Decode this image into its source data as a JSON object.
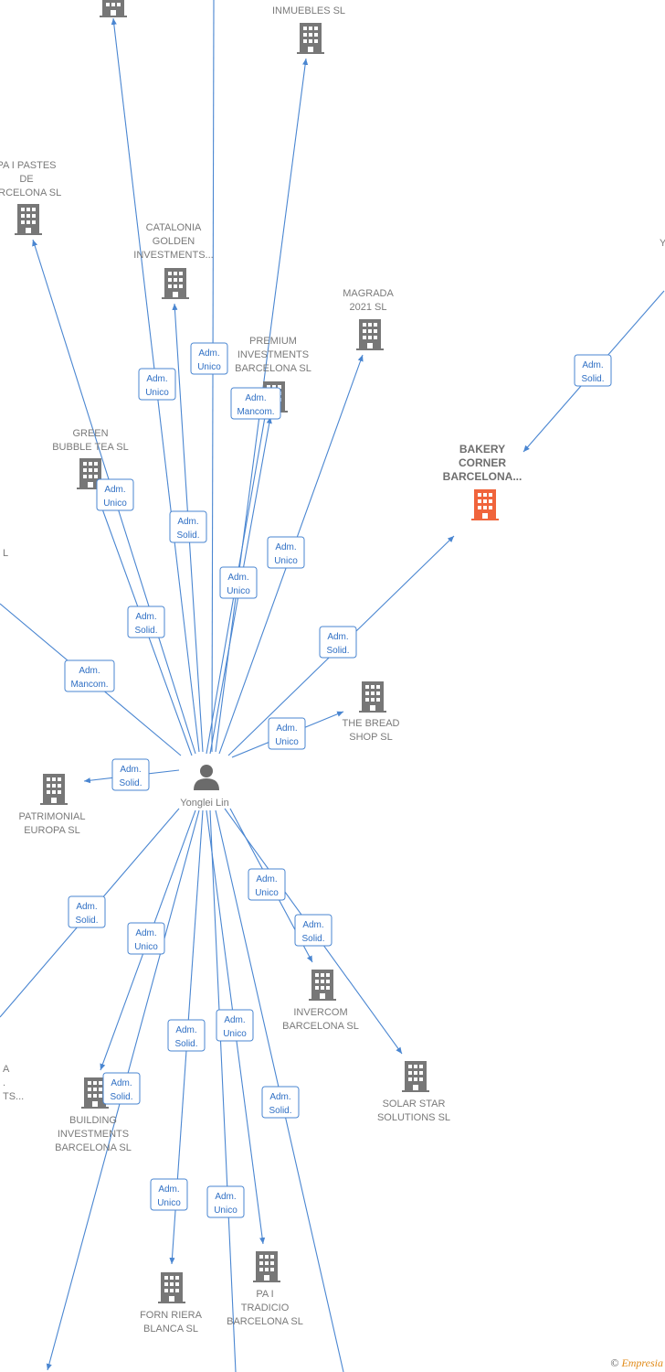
{
  "center": {
    "name": "Yonglei Lin"
  },
  "nodes": [
    {
      "id": "top_left",
      "lines": []
    },
    {
      "id": "inmuebles",
      "lines": [
        "INMUEBLES  SL"
      ]
    },
    {
      "id": "pa_pastes",
      "lines": [
        "PA I PASTES",
        "DE",
        "ARCELONA  SL"
      ]
    },
    {
      "id": "catalonia",
      "lines": [
        "CATALONIA",
        "GOLDEN",
        "INVESTMENTS..."
      ]
    },
    {
      "id": "magrada",
      "lines": [
        "MAGRADA",
        "2021  SL"
      ]
    },
    {
      "id": "premium",
      "lines": [
        "PREMIUM",
        "INVESTMENTS",
        "BARCELONA  SL"
      ]
    },
    {
      "id": "green",
      "lines": [
        "GREEN",
        "BUBBLE TEA  SL"
      ]
    },
    {
      "id": "bakery",
      "lines": [
        "BAKERY",
        "CORNER",
        "BARCELONA..."
      ],
      "focus": true
    },
    {
      "id": "bread",
      "lines": [
        "THE BREAD",
        "SHOP  SL"
      ]
    },
    {
      "id": "patrimonial",
      "lines": [
        "PATRIMONIAL",
        "EUROPA  SL"
      ]
    },
    {
      "id": "invercom",
      "lines": [
        "INVERCOM",
        "BARCELONA  SL"
      ]
    },
    {
      "id": "solar",
      "lines": [
        "SOLAR STAR",
        "SOLUTIONS  SL"
      ]
    },
    {
      "id": "building",
      "lines": [
        "BUILDING",
        "INVESTMENTS",
        "BARCELONA  SL"
      ]
    },
    {
      "id": "forn",
      "lines": [
        "FORN RIERA",
        "BLANCA  SL"
      ]
    },
    {
      "id": "pa_tradicio",
      "lines": [
        "PA I",
        "TRADICIO",
        "BARCELONA  SL"
      ]
    },
    {
      "id": "left_l",
      "lines": [
        "L"
      ]
    },
    {
      "id": "left_cut",
      "lines": [
        "A",
        ".",
        "TS..."
      ]
    },
    {
      "id": "right_yo",
      "lines": [
        "Yo"
      ]
    }
  ],
  "relations": [
    {
      "id": "r1",
      "lines": [
        "Adm.",
        "Unico"
      ]
    },
    {
      "id": "r2",
      "lines": [
        "Adm.",
        "Unico"
      ]
    },
    {
      "id": "r3",
      "lines": [
        "Adm.",
        "Mancom."
      ]
    },
    {
      "id": "r4",
      "lines": [
        "Adm.",
        "Solid."
      ]
    },
    {
      "id": "r5",
      "lines": [
        "Adm.",
        "Unico"
      ]
    },
    {
      "id": "r6",
      "lines": [
        "Adm.",
        "Solid."
      ]
    },
    {
      "id": "r7",
      "lines": [
        "Adm.",
        "Unico"
      ]
    },
    {
      "id": "r8",
      "lines": [
        "Adm.",
        "Unico"
      ]
    },
    {
      "id": "r9",
      "lines": [
        "Adm.",
        "Solid."
      ]
    },
    {
      "id": "r10",
      "lines": [
        "Adm.",
        "Mancom."
      ]
    },
    {
      "id": "r11",
      "lines": [
        "Adm.",
        "Solid."
      ]
    },
    {
      "id": "r12",
      "lines": [
        "Adm.",
        "Unico"
      ]
    },
    {
      "id": "r13",
      "lines": [
        "Adm.",
        "Solid."
      ]
    },
    {
      "id": "r14",
      "lines": [
        "Adm.",
        "Unico"
      ]
    },
    {
      "id": "r15",
      "lines": [
        "Adm.",
        "Solid."
      ]
    },
    {
      "id": "r16",
      "lines": [
        "Adm.",
        "Solid."
      ]
    },
    {
      "id": "r17",
      "lines": [
        "Adm.",
        "Unico"
      ]
    },
    {
      "id": "r18",
      "lines": [
        "Adm.",
        "Solid."
      ]
    },
    {
      "id": "r19",
      "lines": [
        "Adm.",
        "Unico"
      ]
    },
    {
      "id": "r20",
      "lines": [
        "Adm.",
        "Solid."
      ]
    },
    {
      "id": "r21",
      "lines": [
        "Adm.",
        "Solid."
      ]
    },
    {
      "id": "r22",
      "lines": [
        "Adm.",
        "Unico"
      ]
    },
    {
      "id": "r23",
      "lines": [
        "Adm.",
        "Unico"
      ]
    },
    {
      "id": "r24",
      "lines": [
        "Adm.",
        "Solid."
      ]
    }
  ],
  "colors": {
    "edge": "#4a86d1",
    "building": "#777777",
    "focus": "#f0643c",
    "person": "#6b6b6b"
  },
  "footer": {
    "copyright": "©",
    "brand": "Empresia"
  }
}
